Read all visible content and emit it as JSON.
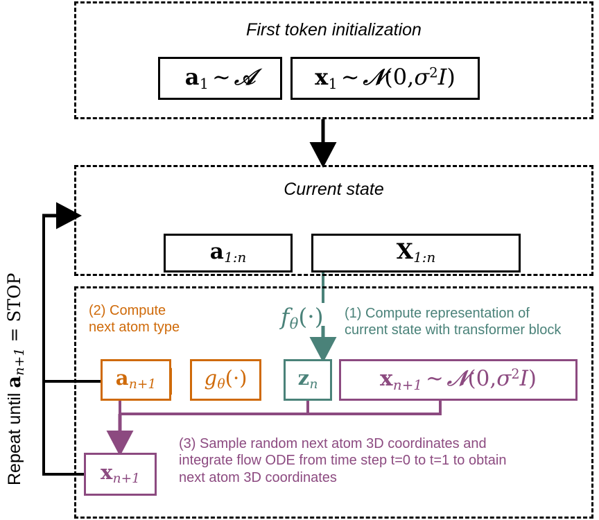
{
  "figure": {
    "kind": "flow-diagram",
    "title_stage1": "First token initialization",
    "title_stage2": "Current state"
  },
  "colors": {
    "black": "#000000",
    "orange": "#cf6a09",
    "teal": "#4a8279",
    "purple": "#8c4a80",
    "background": "#ffffff"
  },
  "stage1": {
    "label": "First token initialization",
    "box_atom_type": "a₁ ~ 𝒜",
    "box_coords": "x₁ ~ 𝒩(0, σ²I)"
  },
  "stage2": {
    "label": "Current state",
    "box_atom_types": "a₁:ₙ",
    "box_coords": "X₁:ₙ"
  },
  "stage3": {
    "note1": "(1) Compute representation of\ncurrent state with transformer block",
    "note2": "(2) Compute\nnext atom type",
    "note3": "(3) Sample random next atom 3D coordinates and\nintegrate flow ODE from time step t=0 to t=1 to obtain\nnext atom 3D coordinates",
    "fn_transformer": "fθ(·)",
    "fn_atom_head": "gθ(·)",
    "box_latent": "zₙ",
    "box_next_atom_type": "aₙ₊₁",
    "box_noise_coords": "xₙ₊₁ ~ 𝒩(0, σ²I)",
    "box_next_coords": "xₙ₊₁"
  },
  "loop": {
    "caption_prefix": "Repeat until ",
    "caption_symbol": "a",
    "caption_symbol_sub": "n+1",
    "caption_suffix": " = STOP",
    "caption_full": "Repeat until aₙ₊₁ = STOP"
  },
  "annotations": {
    "noise_sigma": "σ²",
    "time_start": "t=0",
    "time_end": "t=1"
  }
}
